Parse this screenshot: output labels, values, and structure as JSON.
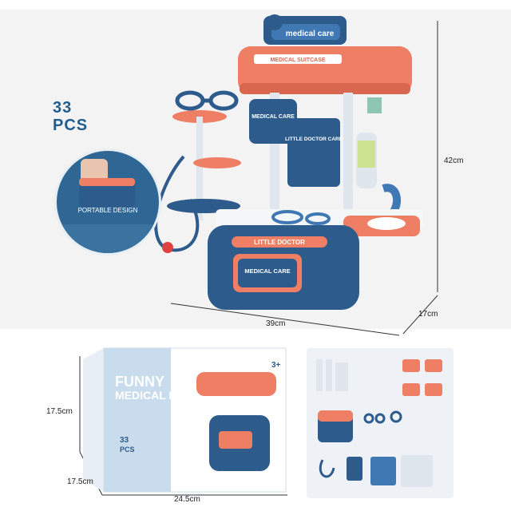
{
  "hero": {
    "pcs_count": "33",
    "pcs_word": "PCS",
    "sign_text": "medical care",
    "header_text": "MEDICAL SUITCASE",
    "panel_medical_care": "MEDICAL CARE",
    "panel_little_doctor": "LITTLE DOCTOR CARE",
    "base_badge": "LITTLE DOCTOR",
    "drawer_label": "MEDICAL CARE",
    "inset_caption": "PORTABLE DESIGN"
  },
  "dimensions": {
    "height": "42cm",
    "width": "39cm",
    "depth": "17cm",
    "box_height": "17.5cm",
    "box_depth": "17.5cm",
    "box_width": "24.5cm"
  },
  "package": {
    "title_line1": "FUNNY",
    "title_line2": "MEDICAL BOX",
    "age": "3+",
    "pcs_count": "33",
    "pcs_word": "PCS"
  },
  "colors": {
    "coral": "#ee7e64",
    "navy": "#2d5b8c",
    "light_blue": "#c9dcee",
    "grey_panel": "#f3f3f4"
  }
}
